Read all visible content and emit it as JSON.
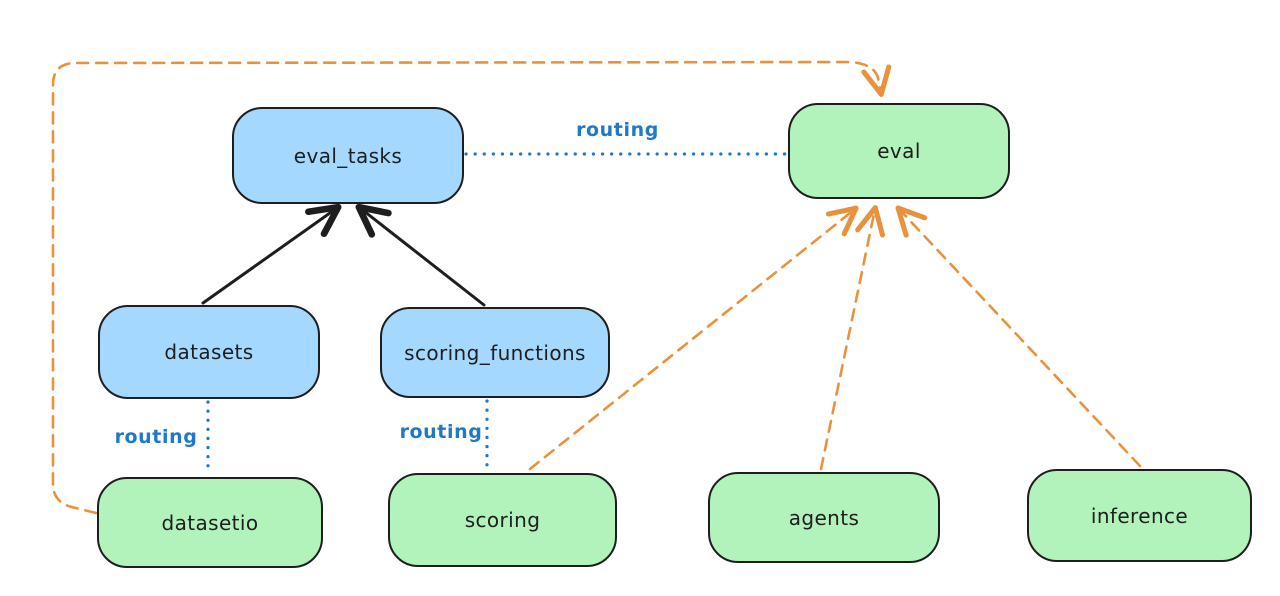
{
  "diagram": {
    "type": "architecture-diagram",
    "style": "hand-drawn",
    "background": "#ffffff",
    "colors": {
      "api_box_fill": "#a5d8ff",
      "provider_box_fill": "#b2f2bb",
      "box_stroke": "#1e1e1e",
      "routing_blue": "#1f78c9",
      "orange_dashed": "#e8923d",
      "black_arrow": "#1e1e1e"
    },
    "nodes": [
      {
        "id": "eval_tasks",
        "label": "eval_tasks",
        "fill": "blue"
      },
      {
        "id": "eval",
        "label": "eval",
        "fill": "green"
      },
      {
        "id": "datasets",
        "label": "datasets",
        "fill": "blue"
      },
      {
        "id": "scoring_functions",
        "label": "scoring_functions",
        "fill": "blue"
      },
      {
        "id": "datasetio",
        "label": "datasetio",
        "fill": "green"
      },
      {
        "id": "scoring",
        "label": "scoring",
        "fill": "green"
      },
      {
        "id": "agents",
        "label": "agents",
        "fill": "green"
      },
      {
        "id": "inference",
        "label": "inference",
        "fill": "green"
      }
    ],
    "edges": [
      {
        "from": "datasets",
        "to": "eval_tasks",
        "style": "solid-black-arrow"
      },
      {
        "from": "scoring_functions",
        "to": "eval_tasks",
        "style": "solid-black-arrow"
      },
      {
        "from": "eval_tasks",
        "to": "eval",
        "style": "dotted-blue",
        "label": "routing"
      },
      {
        "from": "datasets",
        "to": "datasetio",
        "style": "dotted-blue",
        "label": "routing"
      },
      {
        "from": "scoring_functions",
        "to": "scoring",
        "style": "dotted-blue",
        "label": "routing"
      },
      {
        "from": "datasetio",
        "to": "eval",
        "style": "dashed-orange-arrow",
        "route": "left-and-over-top"
      },
      {
        "from": "scoring",
        "to": "eval",
        "style": "dashed-orange-arrow"
      },
      {
        "from": "agents",
        "to": "eval",
        "style": "dashed-orange-arrow"
      },
      {
        "from": "inference",
        "to": "eval",
        "style": "dashed-orange-arrow"
      }
    ],
    "edge_labels": [
      {
        "id": "routing-top",
        "text": "routing"
      },
      {
        "id": "routing-left",
        "text": "routing"
      },
      {
        "id": "routing-mid",
        "text": "routing"
      }
    ]
  }
}
